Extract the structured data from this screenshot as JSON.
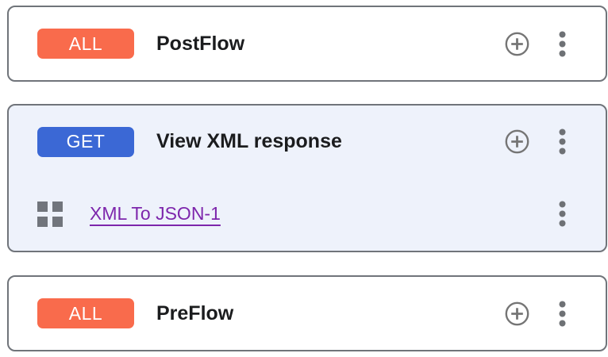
{
  "flow_list": {
    "cards": [
      {
        "name": "postflow",
        "badge": {
          "label": "ALL",
          "color": "#f96b4c"
        },
        "title": "PostFlow",
        "actions": {
          "add_icon": "plus-circle-icon",
          "menu_icon": "kebab-menu-icon"
        }
      },
      {
        "name": "view-xml-response",
        "selected": true,
        "selected_bg": "#eef2fb",
        "badge": {
          "label": "GET",
          "color": "#3b68d5"
        },
        "title": "View XML response",
        "actions": {
          "add_icon": "plus-circle-icon",
          "menu_icon": "kebab-menu-icon"
        },
        "steps": [
          {
            "icon": "grid-icon",
            "label": "XML To JSON-1",
            "link_color": "#7d26ac",
            "menu_icon": "kebab-menu-icon"
          }
        ]
      },
      {
        "name": "preflow",
        "badge": {
          "label": "ALL",
          "color": "#f96b4c"
        },
        "title": "PreFlow",
        "actions": {
          "add_icon": "plus-circle-icon",
          "menu_icon": "kebab-menu-icon"
        }
      }
    ],
    "colors": {
      "card_border": "#70747a",
      "icon_gray": "#757575",
      "title_text": "#1b1c1e"
    }
  }
}
